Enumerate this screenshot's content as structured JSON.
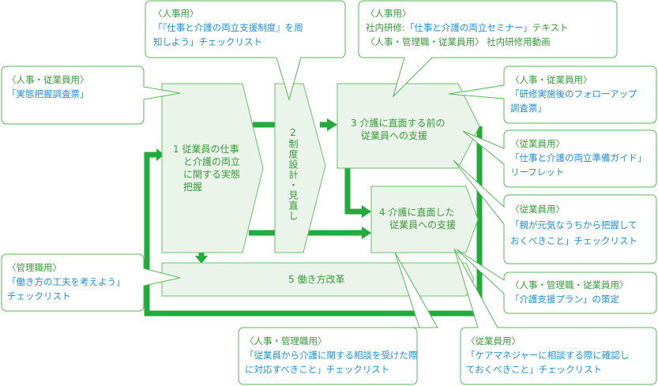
{
  "colors": {
    "arrow": "#22aa3c",
    "box_fill": "#eaf4ea",
    "box_stroke": "#66c266",
    "audience": "#3a9a3a",
    "document": "#1e8fd6"
  },
  "steps": [
    {
      "num": "1",
      "label_lines": [
        "従業員の仕事",
        "と介護の両立",
        "に関する実態",
        "把握"
      ]
    },
    {
      "num": "2",
      "label": "制度設計・見直し"
    },
    {
      "num": "3",
      "label_lines": [
        "介護に直面する前の",
        "従業員への支援"
      ]
    },
    {
      "num": "4",
      "label_lines": [
        "介護に直面した",
        "従業員への支援"
      ]
    },
    {
      "num": "5",
      "label": "働き方改革"
    }
  ],
  "callouts": {
    "survey": {
      "audience": "〈人事・従業員用〉",
      "doc": "「実態把握調査票」"
    },
    "system": {
      "audience": "〈人事用〉",
      "doc_lines": [
        "「『仕事と介護の両立支援制度』を周",
        "知しよう」チェックリスト"
      ]
    },
    "seminar": {
      "audience": "〈人事用〉",
      "line1_prefix": "社内研修:",
      "line1_doc": "「仕事と介護の両立セミナー」",
      "line1_suffix": "テキスト",
      "line2_audience": "〈人事・管理職・従業員用〉",
      "line2_text": "社内研修用動画"
    },
    "followup": {
      "audience": "〈人事・従業員用〉",
      "doc_lines": [
        "「研修実施後のフォローアップ",
        "調査票」"
      ]
    },
    "guide": {
      "audience": "〈従業員用〉",
      "doc_lines": [
        "「仕事と介護の両立準備ガイド」",
        "リーフレット"
      ]
    },
    "parents": {
      "audience": "〈従業員用〉",
      "doc_lines": [
        "「親が元気なうちから把握して",
        "おくべきこと」チェックリスト"
      ]
    },
    "plan": {
      "audience": "〈人事・管理職・従業員用〉",
      "doc": "「介護支援プラン」の策定"
    },
    "workstyle": {
      "audience": "〈管理職用〉",
      "doc_lines": [
        "「働き方の工夫を考えよう」",
        "チェックリスト"
      ]
    },
    "consult": {
      "audience": "〈人事・管理職用〉",
      "doc_lines": [
        "「従業員から介護に関する相談を受けた際",
        "に対応すべきこと」チェックリスト"
      ]
    },
    "caremanager": {
      "audience": "〈従業員用〉",
      "doc_lines": [
        "「ケアマネジャーに相談する際に確認し",
        "ておくべきこと」チェックリスト"
      ]
    }
  }
}
